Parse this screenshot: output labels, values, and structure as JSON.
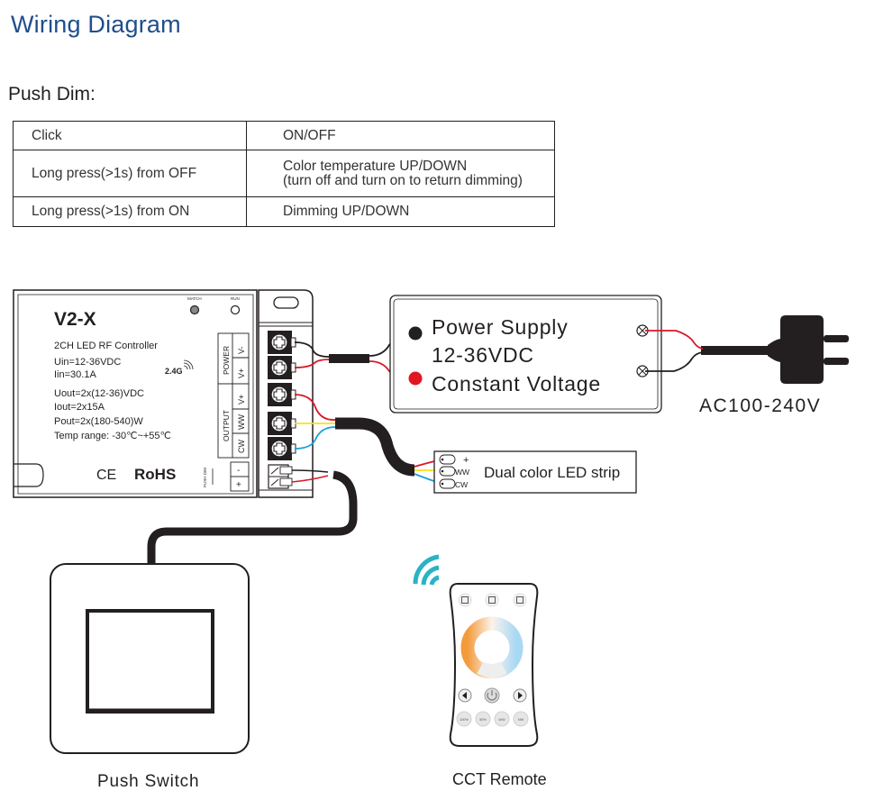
{
  "header": {
    "title": "Wiring Diagram"
  },
  "section": {
    "title": "Push Dim:"
  },
  "push_dim_table": {
    "rows": [
      {
        "action": "Click",
        "result": "ON/OFF"
      },
      {
        "action": "Long press(>1s) from OFF",
        "result": "Color temperature UP/DOWN",
        "result_note": "(turn off and turn on to return dimming)"
      },
      {
        "action": "Long press(>1s) from ON",
        "result": "Dimming UP/DOWN"
      }
    ]
  },
  "controller": {
    "model": "V2-X",
    "description": "2CH LED RF Controller",
    "uin": "Uin=12-36VDC",
    "iin": "Iin=30.1A",
    "uout": "Uout=2x(12-36)VDC",
    "iout": "Iout=2x15A",
    "pout": "Pout=2x(180-540)W",
    "temp_range": "Temp range: -30℃~+55℃",
    "rf_label": "2.4G",
    "match_label": "MATCH",
    "run_label": "RUN",
    "certifications": [
      "CE",
      "RoHS"
    ],
    "power_group_label": "POWER",
    "output_group_label": "OUTPUT",
    "power_terminals": [
      "V-",
      "V+"
    ],
    "output_terminals": [
      "V+",
      "WW",
      "CW"
    ],
    "push_dim_label": "PUSH DIM",
    "push_dim_terminals": [
      "-",
      "+"
    ]
  },
  "power_supply": {
    "line1": "Power Supply",
    "line2": "12-36VDC",
    "line3": "Constant Voltage"
  },
  "ac_input": {
    "label": "AC100-240V"
  },
  "led_strip": {
    "label": "Dual color LED strip",
    "pins": [
      "+",
      "WW",
      "CW"
    ]
  },
  "push_switch": {
    "label": "Push Switch"
  },
  "remote": {
    "label": "CCT Remote",
    "buttons": [
      "100%",
      "50%",
      "WW",
      "NW"
    ]
  },
  "colors": {
    "title": "#1f4e8c",
    "wire_red": "#d7182a",
    "wire_black": "#231f20",
    "wire_yellow": "#f6e21a",
    "wire_blue": "#1ca0dd",
    "wifi": "#2ab3c4",
    "warm": "#f39a3b",
    "cool": "#a9d8f5"
  }
}
